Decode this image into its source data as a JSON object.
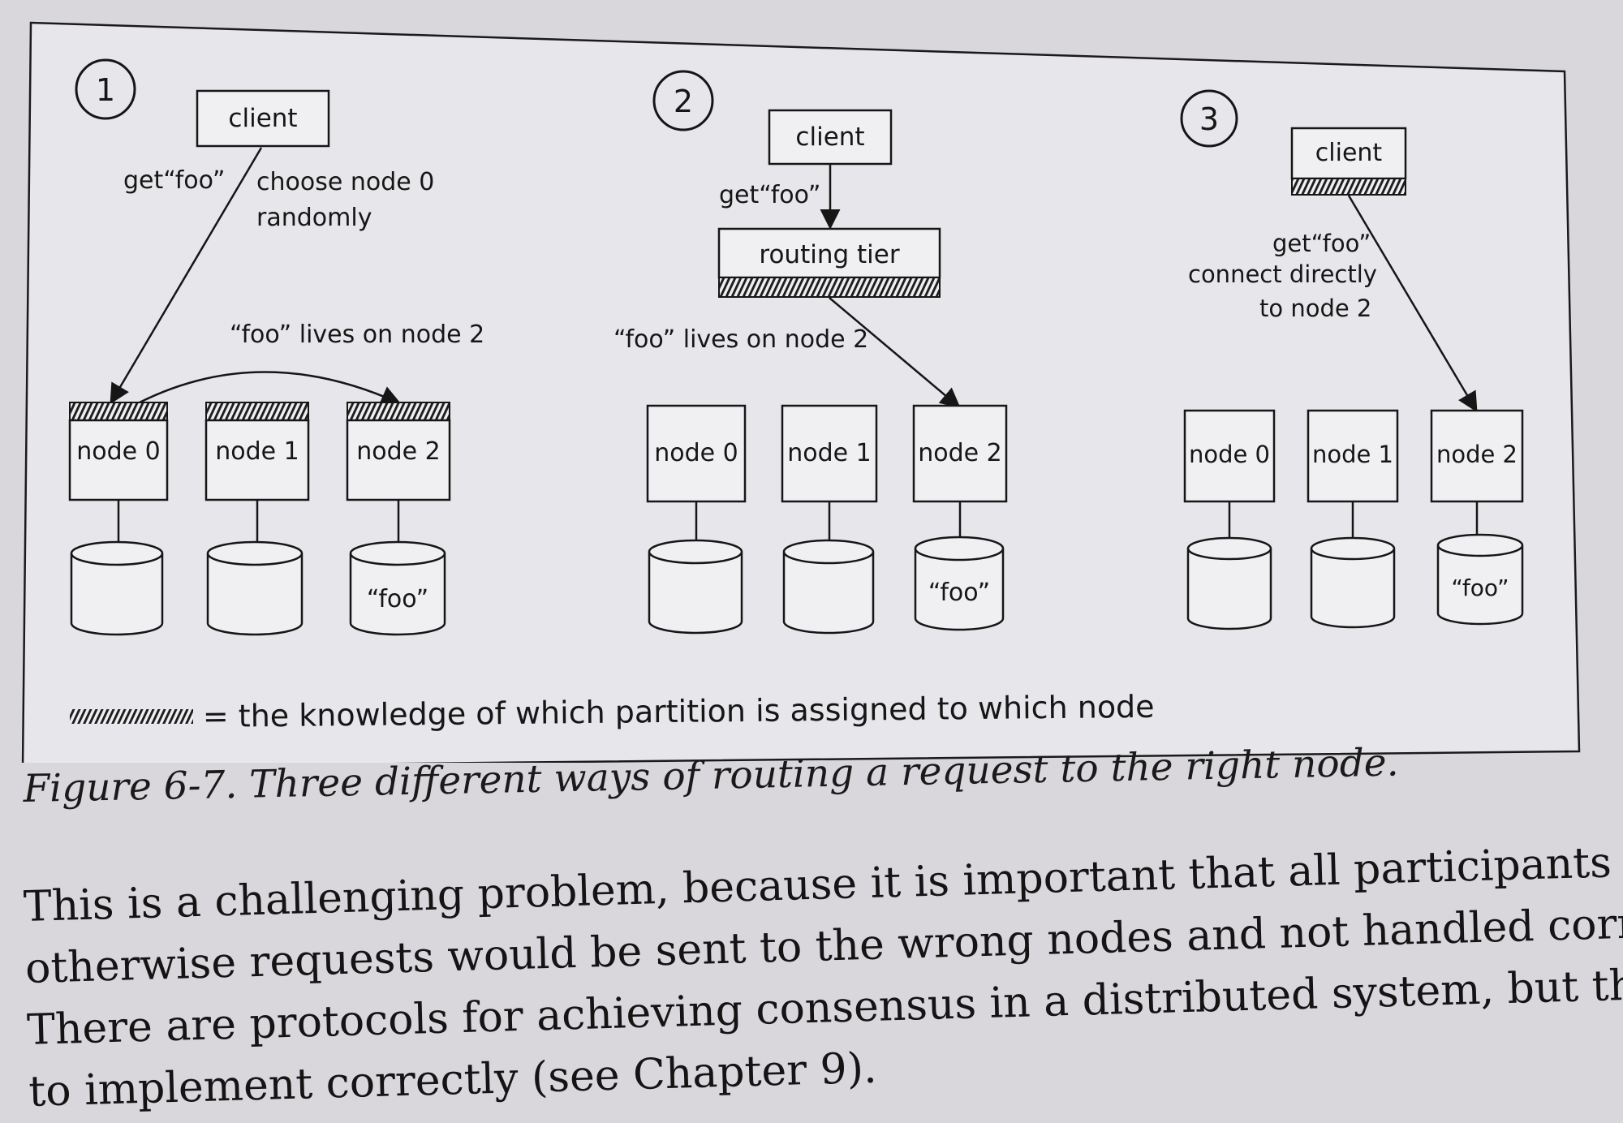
{
  "scenario1": {
    "number": "1",
    "client": "client",
    "request": "get“foo”",
    "choose_line1": "choose node 0",
    "choose_line2": "randomly",
    "lives_on": "“foo” lives on node 2",
    "nodes": [
      "node 0",
      "node 1",
      "node 2"
    ],
    "disk_value": "“foo”"
  },
  "scenario2": {
    "number": "2",
    "client": "client",
    "request": "get“foo”",
    "routing_tier": "routing tier",
    "lives_on": "“foo” lives on node 2",
    "nodes": [
      "node 0",
      "node 1",
      "node 2"
    ],
    "disk_value": "“foo”"
  },
  "scenario3": {
    "number": "3",
    "client": "client",
    "request_line1": "get“foo”",
    "request_line2": "connect directly",
    "request_line3": "to node 2",
    "nodes": [
      "node 0",
      "node 1",
      "node 2"
    ],
    "disk_value": "“foo”"
  },
  "legend": {
    "text": "= the knowledge of which partition is assigned to which node"
  },
  "caption": "Figure 6-7. Three different ways of routing a request to the right node.",
  "paragraph": {
    "line1": "This is a challenging problem, because it is important that all participants agree—",
    "line2": "otherwise requests would be sent to the wrong nodes and not handled correctly.",
    "line3": "There are protocols for achieving consensus in a distributed system, but they are hard",
    "line4": "to implement correctly (see Chapter 9)."
  }
}
